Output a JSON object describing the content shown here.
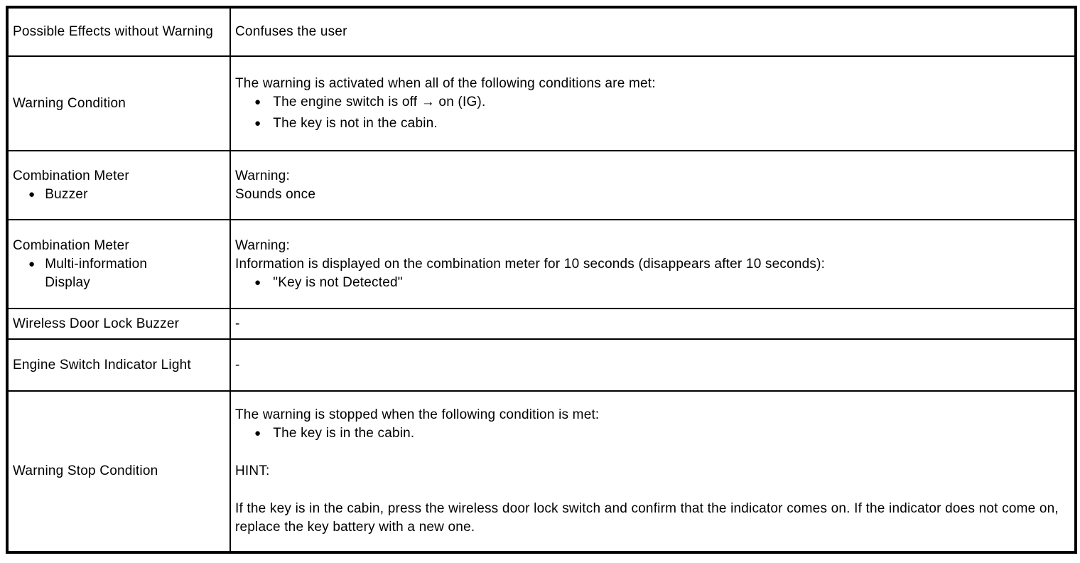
{
  "colors": {
    "background": "#ffffff",
    "text": "#000000",
    "border": "#000000"
  },
  "icons": {
    "bullet": "●"
  },
  "table": {
    "rows": {
      "r1": {
        "label": "Possible Effects without Warning",
        "value": "Confuses the user"
      },
      "r2": {
        "label": "Warning Condition",
        "intro": "The warning is activated when all of the following conditions are met:",
        "bullets": [
          "The engine switch is off → on (IG).",
          "The key is not in the cabin."
        ]
      },
      "r3": {
        "label": "Combination Meter",
        "label_bullets": [
          "Buzzer"
        ],
        "lines": [
          "Warning:",
          "Sounds once"
        ]
      },
      "r4": {
        "label": "Combination Meter",
        "label_bullets": [
          "Multi-information Display"
        ],
        "lines": [
          "Warning:",
          "Information is displayed on the combination meter for 10 seconds (disappears after 10 seconds):"
        ],
        "bullets": [
          "\"Key is not Detected\""
        ]
      },
      "r5": {
        "label": "Wireless Door Lock Buzzer",
        "value": "-"
      },
      "r6": {
        "label": "Engine Switch Indicator Light",
        "value": "-"
      },
      "r7": {
        "label": "Warning Stop Condition",
        "intro": "The warning is stopped when the following condition is met:",
        "bullets": [
          "The key is in the cabin."
        ],
        "hint_label": "HINT:",
        "hint_text": "If the key is in the cabin, press the wireless door lock switch and confirm that the indicator comes on. If the indicator does not come on, replace the key battery with a new one."
      }
    }
  }
}
